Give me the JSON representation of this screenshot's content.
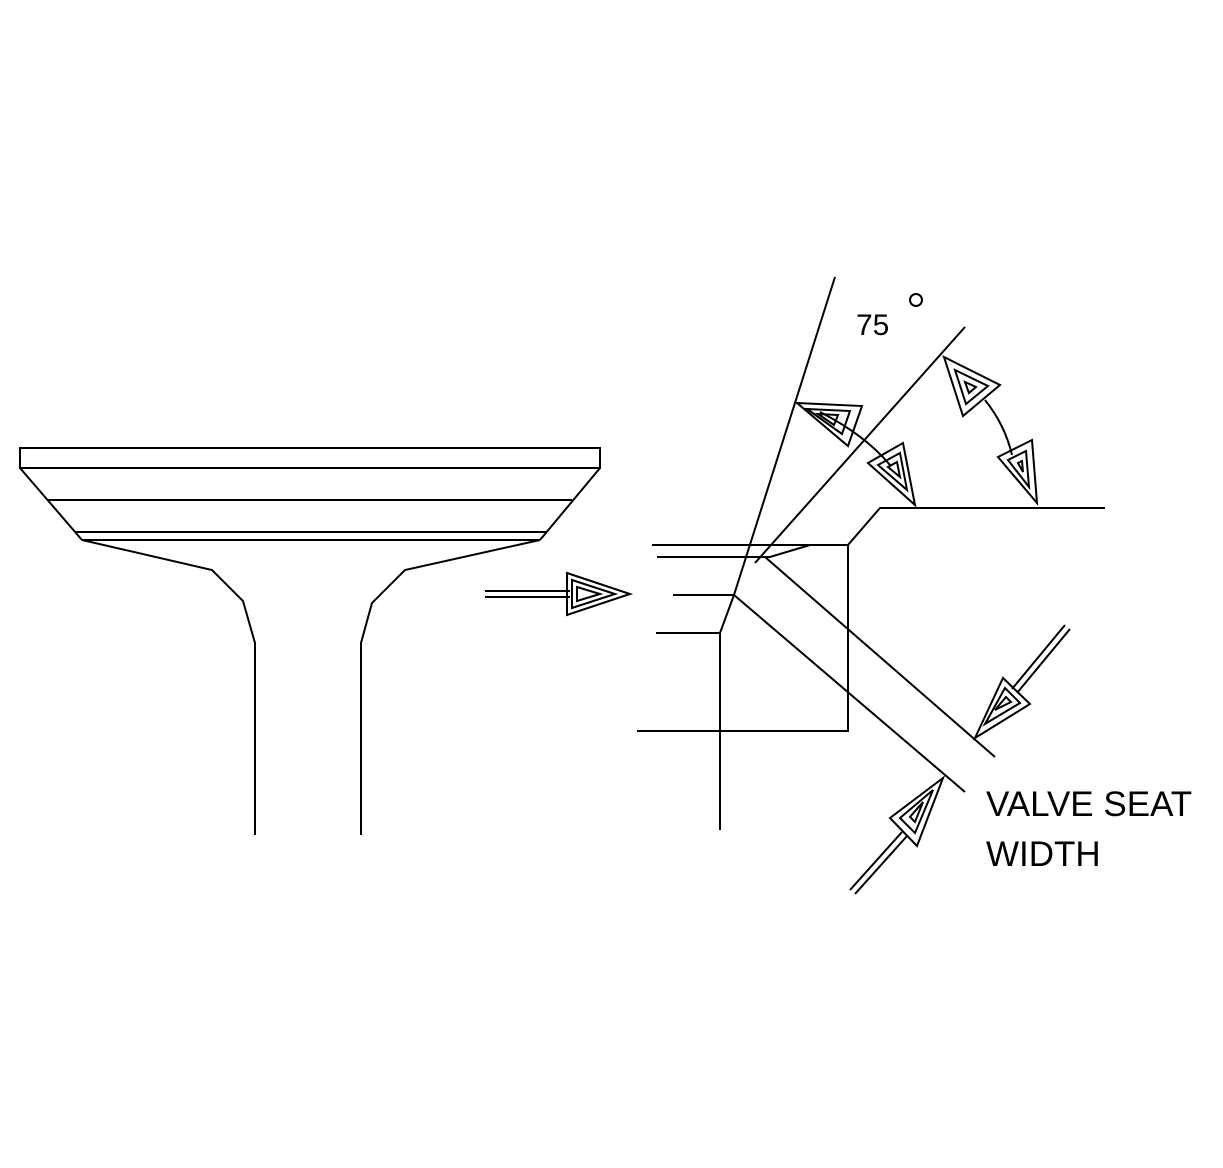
{
  "diagram": {
    "angle_label": "75",
    "seat_label_line1": "VALVE SEAT",
    "seat_label_line2": "WIDTH"
  },
  "colors": {
    "background": "#ffffff",
    "line": "#000000"
  }
}
